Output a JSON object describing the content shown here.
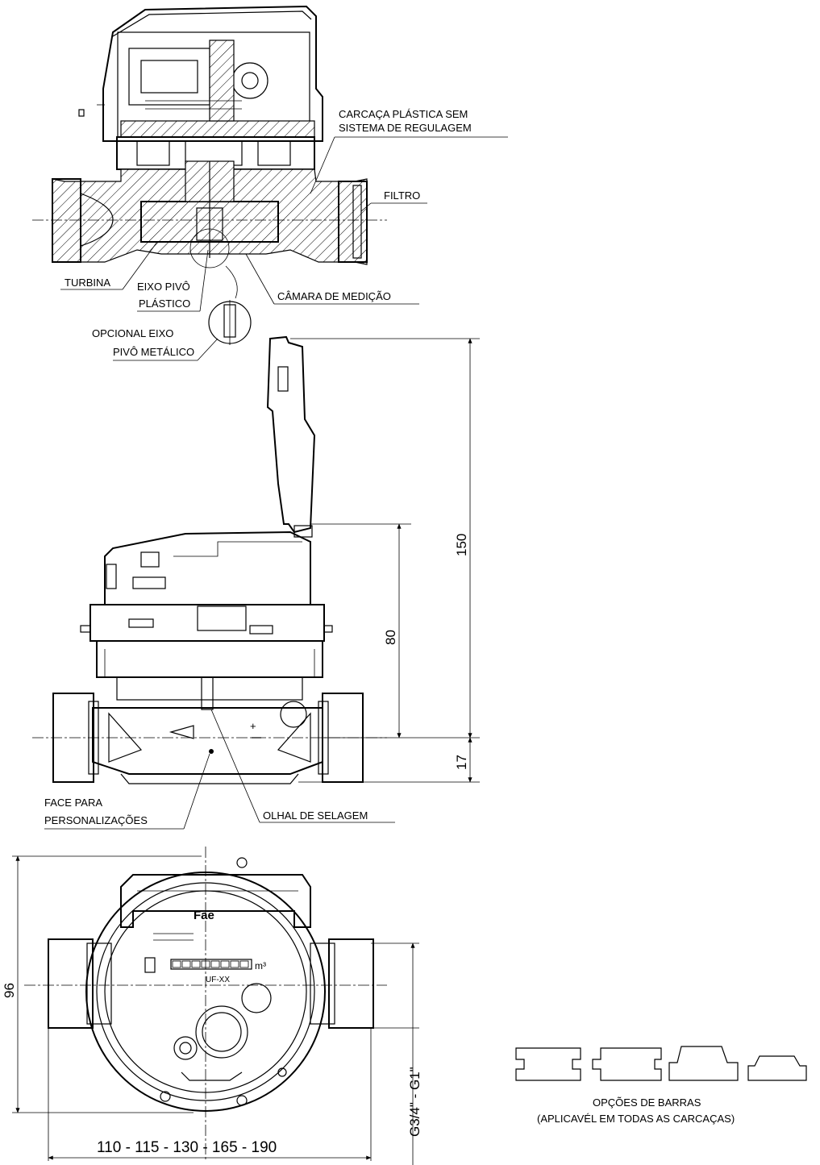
{
  "labels": {
    "carcaca_line1": "CARCAÇA PLÁSTICA SEM",
    "carcaca_line2": "SISTEMA DE REGULAGEM",
    "filtro": "FILTRO",
    "turbina": "TURBINA",
    "eixo_pivo_line1": "EIXO PIVÔ",
    "eixo_pivo_line2": "PLÁSTICO",
    "camara": "CÂMARA DE MEDIÇÃO",
    "opcional_line1": "OPCIONAL EIXO",
    "opcional_line2": "PIVÔ METÁLICO",
    "face_line1": "FACE PARA",
    "face_line2": "PERSONALIZAÇÕES",
    "olhal": "OLHAL DE SELAGEM",
    "barras_line1": "OPÇÕES DE BARRAS",
    "barras_line2": "(APLICAVÉL EM TODAS AS CARCAÇAS)"
  },
  "dimensions": {
    "d150": "150",
    "d80": "80",
    "d17": "17",
    "d96": "96",
    "thread": "G3/4\" - G1\"",
    "lengths": "110 - 115 - 130 - 165 - 190"
  },
  "dial": {
    "brand": "Fae",
    "model": "UF-XX",
    "unit": "m³"
  }
}
